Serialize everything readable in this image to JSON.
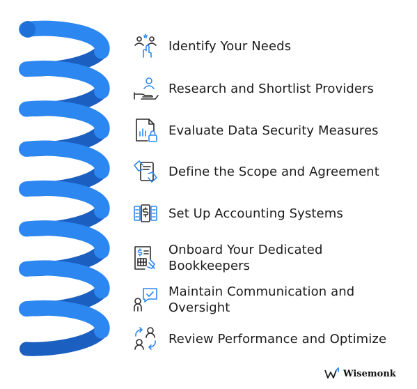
{
  "colors": {
    "accent": "#2d87f0",
    "icon_blue": "#2d87f0",
    "icon_dark": "#2b2b2b",
    "text": "#1c1c1c"
  },
  "steps": [
    {
      "label": "Identify Your Needs",
      "icon": "people-hand-icon"
    },
    {
      "label": "Research and Shortlist Providers",
      "icon": "hand-user-icon"
    },
    {
      "label": "Evaluate Data Security Measures",
      "icon": "chart-lock-icon"
    },
    {
      "label": "Define the Scope and Agreement",
      "icon": "handshake-document-icon"
    },
    {
      "label": "Set Up Accounting Systems",
      "icon": "money-panels-icon"
    },
    {
      "label": "Onboard Your Dedicated Bookkeepers",
      "icon": "invoice-calculator-icon"
    },
    {
      "label": "Maintain Communication and Oversight",
      "icon": "person-chat-check-icon"
    },
    {
      "label": "Review Performance and Optimize",
      "icon": "people-cycle-icon"
    }
  ],
  "brand": {
    "name": "Wisemonk",
    "icon": "wisemonk-logo-icon"
  }
}
